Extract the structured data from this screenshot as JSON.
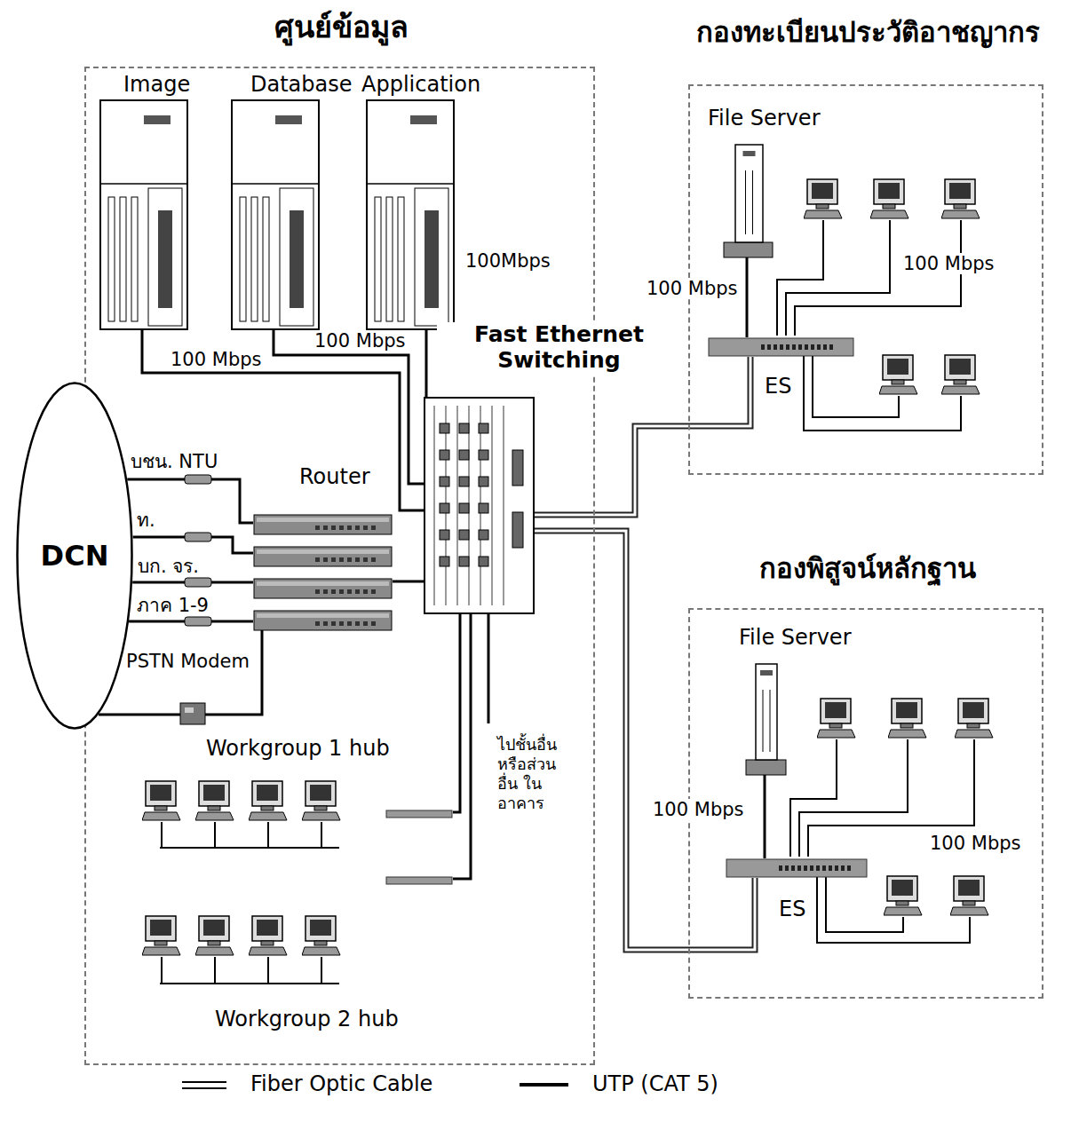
{
  "diagram": {
    "nodes": [
      {
        "text": [
          "ศูนย์ข้อมูล"
        ]
      },
      {
        "text": [
          "Image"
        ],
        "in": 0
      },
      {
        "text": [
          "Database"
        ],
        "in": 0
      },
      {
        "text": [
          "Application"
        ],
        "in": 0
      },
      {
        "text": [
          "Fast Ethernet Switching"
        ],
        "in": 0
      },
      {
        "text": [
          "Router"
        ],
        "in": 0
      },
      {
        "text": [
          "DCN"
        ]
      },
      {
        "text": [
          "Workgroup 1 hub"
        ],
        "in": 0
      },
      {
        "text": [
          "Workgroup 2 hub"
        ],
        "in": 0
      },
      {
        "text": [
          "กองทะเบียนประวัติอาชญากร"
        ]
      },
      {
        "text": [
          "File Server"
        ],
        "in": 9
      },
      {
        "text": [
          "ES"
        ],
        "in": 9
      },
      {
        "text": [
          "กองพิสูจน์หลักฐาน"
        ]
      },
      {
        "text": [
          "File Server"
        ],
        "in": 12
      },
      {
        "text": [
          "ES"
        ],
        "in": 12
      }
    ],
    "edges": [
      {
        "from": 1,
        "to": 4,
        "label": "100 Mbps",
        "arrow": "none"
      },
      {
        "from": 2,
        "to": 4,
        "label": "100 Mbps",
        "arrow": "none"
      },
      {
        "from": 3,
        "to": 4,
        "label": "100Mbps",
        "arrow": "none"
      },
      {
        "from": 6,
        "to": 5,
        "label": "บชน. NTU",
        "arrow": "none"
      },
      {
        "from": 6,
        "to": 5,
        "label": "ท.",
        "arrow": "none"
      },
      {
        "from": 6,
        "to": 5,
        "label": "บก. จร.",
        "arrow": "none"
      },
      {
        "from": 6,
        "to": 5,
        "label": "ภาค 1-9",
        "arrow": "none"
      },
      {
        "from": 6,
        "to": 5,
        "label": "PSTN Modem",
        "arrow": "none"
      },
      {
        "from": 5,
        "to": 4,
        "arrow": "none"
      },
      {
        "from": 4,
        "to": 11,
        "arrow": "none"
      },
      {
        "from": 4,
        "to": 14,
        "arrow": "none"
      },
      {
        "from": 4,
        "to": 7,
        "arrow": "none"
      },
      {
        "from": 4,
        "to": 8,
        "arrow": "none"
      },
      {
        "from": 10,
        "to": 11,
        "label": "100 Mbps",
        "arrow": "none"
      },
      {
        "from": 13,
        "to": 14,
        "label": "100 Mbps",
        "arrow": "none"
      }
    ],
    "labels": [
      "100 Mbps",
      "100 Mbps",
      "ไปชั้นอื่น หรือส่วนอื่น ในอาคาร"
    ],
    "legend": [
      {
        "text": "Fiber Optic Cable"
      },
      {
        "text": "UTP (CAT 5)"
      }
    ]
  }
}
